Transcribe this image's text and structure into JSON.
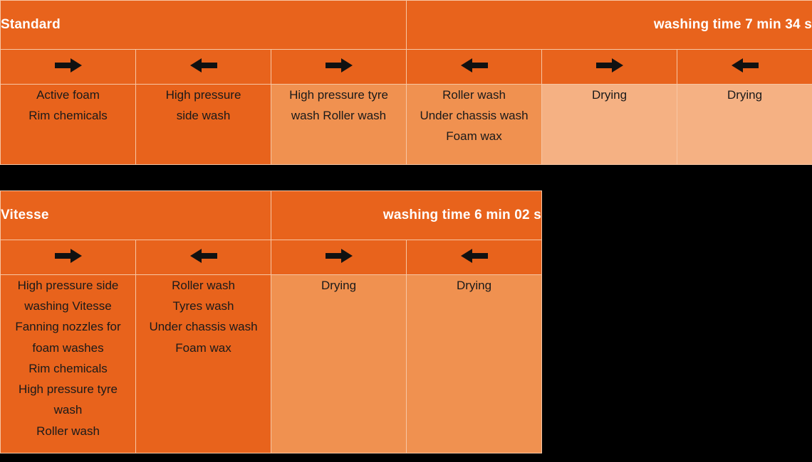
{
  "colors": {
    "base_orange": "#E8631C",
    "medium_orange": "#F09150",
    "light_orange": "#F5B183",
    "grid_line": "#F7C6A4",
    "header_text": "#FFFFFF",
    "body_text": "#1A1A1A",
    "page_background": "#000000"
  },
  "tables": [
    {
      "id": "standard",
      "title": "Standard",
      "washing_time": "washing time 7 min 34 s",
      "column_count": 6,
      "arrows": [
        "arrow-right",
        "arrow-left",
        "arrow-right",
        "arrow-left",
        "arrow-right",
        "arrow-left"
      ],
      "shades": [
        "dark",
        "dark",
        "medium",
        "medium",
        "light",
        "light"
      ],
      "cells": [
        [
          "Active foam",
          "Rim chemicals"
        ],
        [
          "High pressure",
          "side wash"
        ],
        [
          "High pressure tyre",
          "wash Roller wash"
        ],
        [
          "Roller wash",
          "Under chassis wash",
          "Foam wax"
        ],
        [
          "Drying"
        ],
        [
          "Drying"
        ]
      ]
    },
    {
      "id": "vitesse",
      "title": "Vitesse",
      "washing_time": "washing time 6 min 02 s",
      "column_count": 4,
      "arrows": [
        "arrow-right",
        "arrow-left",
        "arrow-right",
        "arrow-left"
      ],
      "shades": [
        "dark",
        "dark",
        "medium",
        "medium"
      ],
      "cells": [
        [
          "High pressure side",
          "washing Vitesse",
          "Fanning nozzles for",
          "foam washes",
          "Rim chemicals",
          "High pressure tyre",
          "wash",
          "Roller wash"
        ],
        [
          "Roller wash",
          "Tyres wash",
          "Under chassis wash",
          "Foam wax"
        ],
        [
          "Drying"
        ],
        [
          "Drying"
        ]
      ]
    }
  ]
}
